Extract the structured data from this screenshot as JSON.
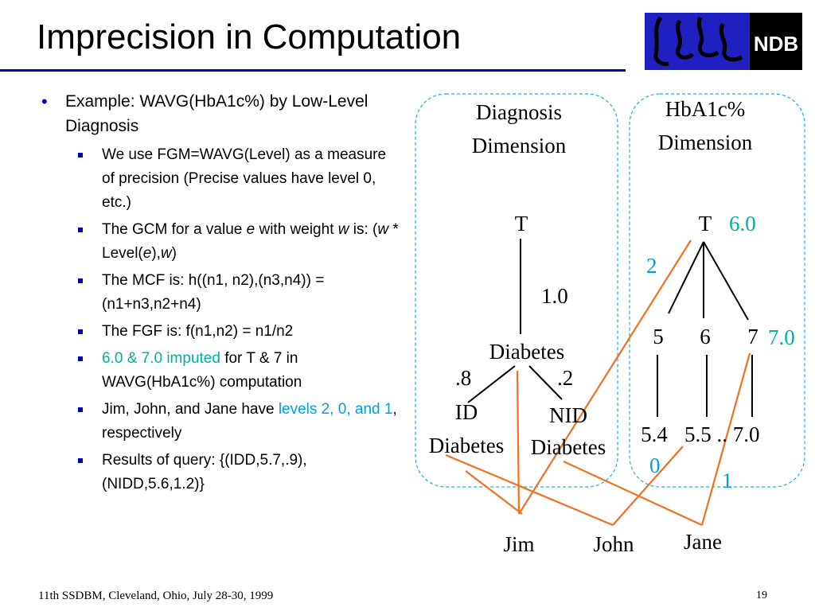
{
  "slide": {
    "title": "Imprecision in Computation",
    "footer": "11th SSDBM, Cleveland, Ohio, July 28-30, 1999",
    "page_number": "19",
    "logo_text": "NDB"
  },
  "bullets": {
    "main": "Example: WAVG(HbA1c%) by Low-Level Diagnosis",
    "sub1": "We use FGM=WAVG(Level) as a measure of precision (Precise values have level 0, etc.)",
    "sub2_a": "The GCM for a value ",
    "sub2_e": "e",
    "sub2_b": " with weight ",
    "sub2_w": "w",
    "sub2_c": " is: (",
    "sub2_w2": "w",
    "sub2_d": " * Level(",
    "sub2_e2": "e",
    "sub2_f": "),",
    "sub2_w3": "w",
    "sub2_g": ")",
    "sub3": "The MCF is: h((n1, n2),(n3,n4)) = (n1+n3,n2+n4)",
    "sub4": "The FGF is: f(n1,n2) = n1/n2",
    "sub5_teal": "6.0 & 7.0 imputed",
    "sub5_rest": " for T & 7 in WAVG(HbA1c%) computation",
    "sub6_a": "Jim, John, and Jane have ",
    "sub6_cyan": "levels 2, 0, and 1",
    "sub6_b": ", respectively",
    "sub7": "Results of query: {(IDD,5.7,.9), (NIDD,5.6,1.2)}"
  },
  "diagram": {
    "diag_title_1": "Diagnosis",
    "diag_title_2": "Dimension",
    "hb_title_1": "HbA1c%",
    "hb_title_2": "Dimension",
    "diag_T": "T",
    "diag_weight": "1.0",
    "diabetes": "Diabetes",
    "w_id": ".8",
    "w_nid": ".2",
    "id_1": "ID",
    "id_2": "Diabetes",
    "nid_1": "NID",
    "nid_2": "Diabetes",
    "hb_T": "T",
    "hb_T_imputed": "6.0",
    "n5": "5",
    "n6": "6",
    "n7": "7",
    "n7_imputed": "7.0",
    "v54": "5.4",
    "v55": "5.5 .. 7.0",
    "jim_level": "2",
    "john_level": "0",
    "jane_level": "1",
    "jim": "Jim",
    "john": "John",
    "jane": "Jane"
  },
  "colors": {
    "title_rule": "#0000a0",
    "bullet": "#0000c0",
    "orange_edge": "#f07020",
    "box_border": "#20b0d0",
    "imputed": "#00b0a0",
    "level": "#00a0e0"
  }
}
